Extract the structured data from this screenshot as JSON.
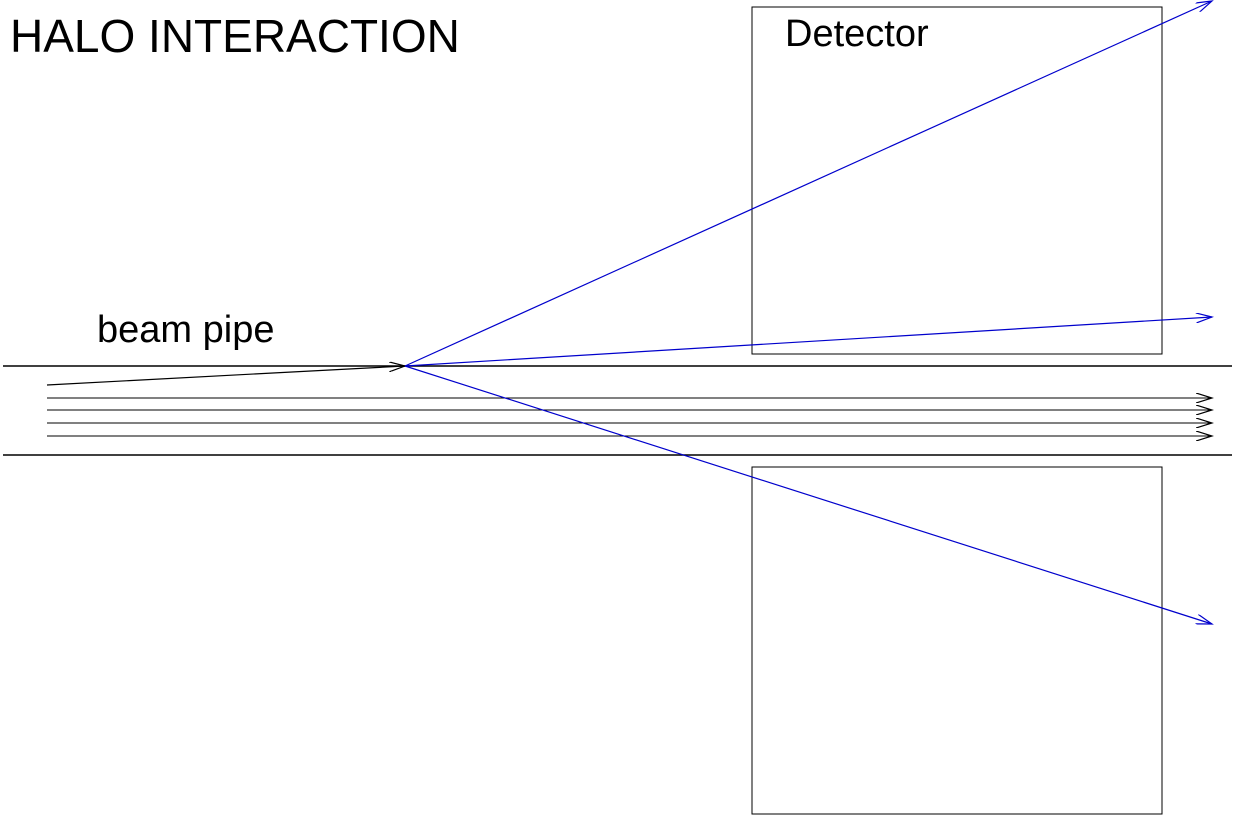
{
  "diagram": {
    "title": "HALO INTERACTION",
    "detector_label": "Detector",
    "beam_pipe_label": "beam pipe",
    "colors": {
      "outline": "#000000",
      "scattered_tracks": "#0000cc",
      "background": "#ffffff"
    },
    "elements": {
      "beam_lines_count": 5,
      "scattered_tracks_count": 3,
      "detector_blocks_count": 2
    }
  }
}
